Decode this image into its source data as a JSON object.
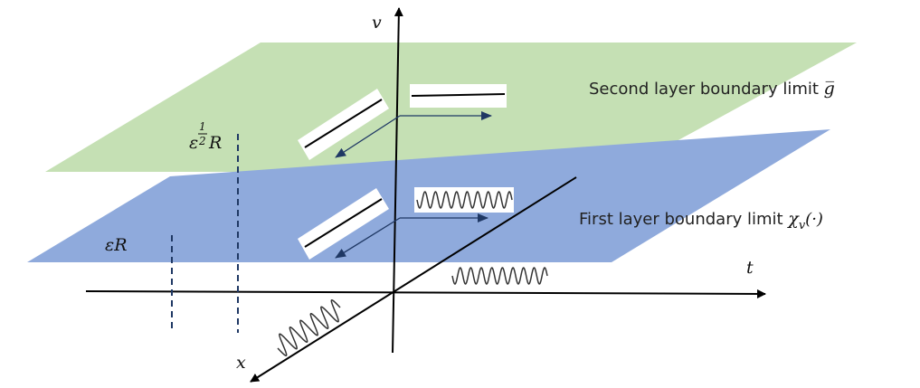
{
  "layers": {
    "second": {
      "label": "Second layer boundary limit ",
      "symbol": "g̅",
      "color": "#c5e0b4"
    },
    "first": {
      "label": "First layer boundary limit ",
      "symbol": "χ",
      "subscript": "v",
      "arg": "(·)",
      "color": "#8faadc"
    }
  },
  "axes": {
    "v": "v",
    "t": "t",
    "x": "x"
  },
  "markers": {
    "outer": {
      "prefix": "ε",
      "exp_num": "1",
      "exp_den": "2",
      "suffix": "R"
    },
    "inner": {
      "text": "εR"
    }
  },
  "colors": {
    "arrow": "#1f3864",
    "axis": "#000000",
    "dashed": "#1f3864"
  }
}
